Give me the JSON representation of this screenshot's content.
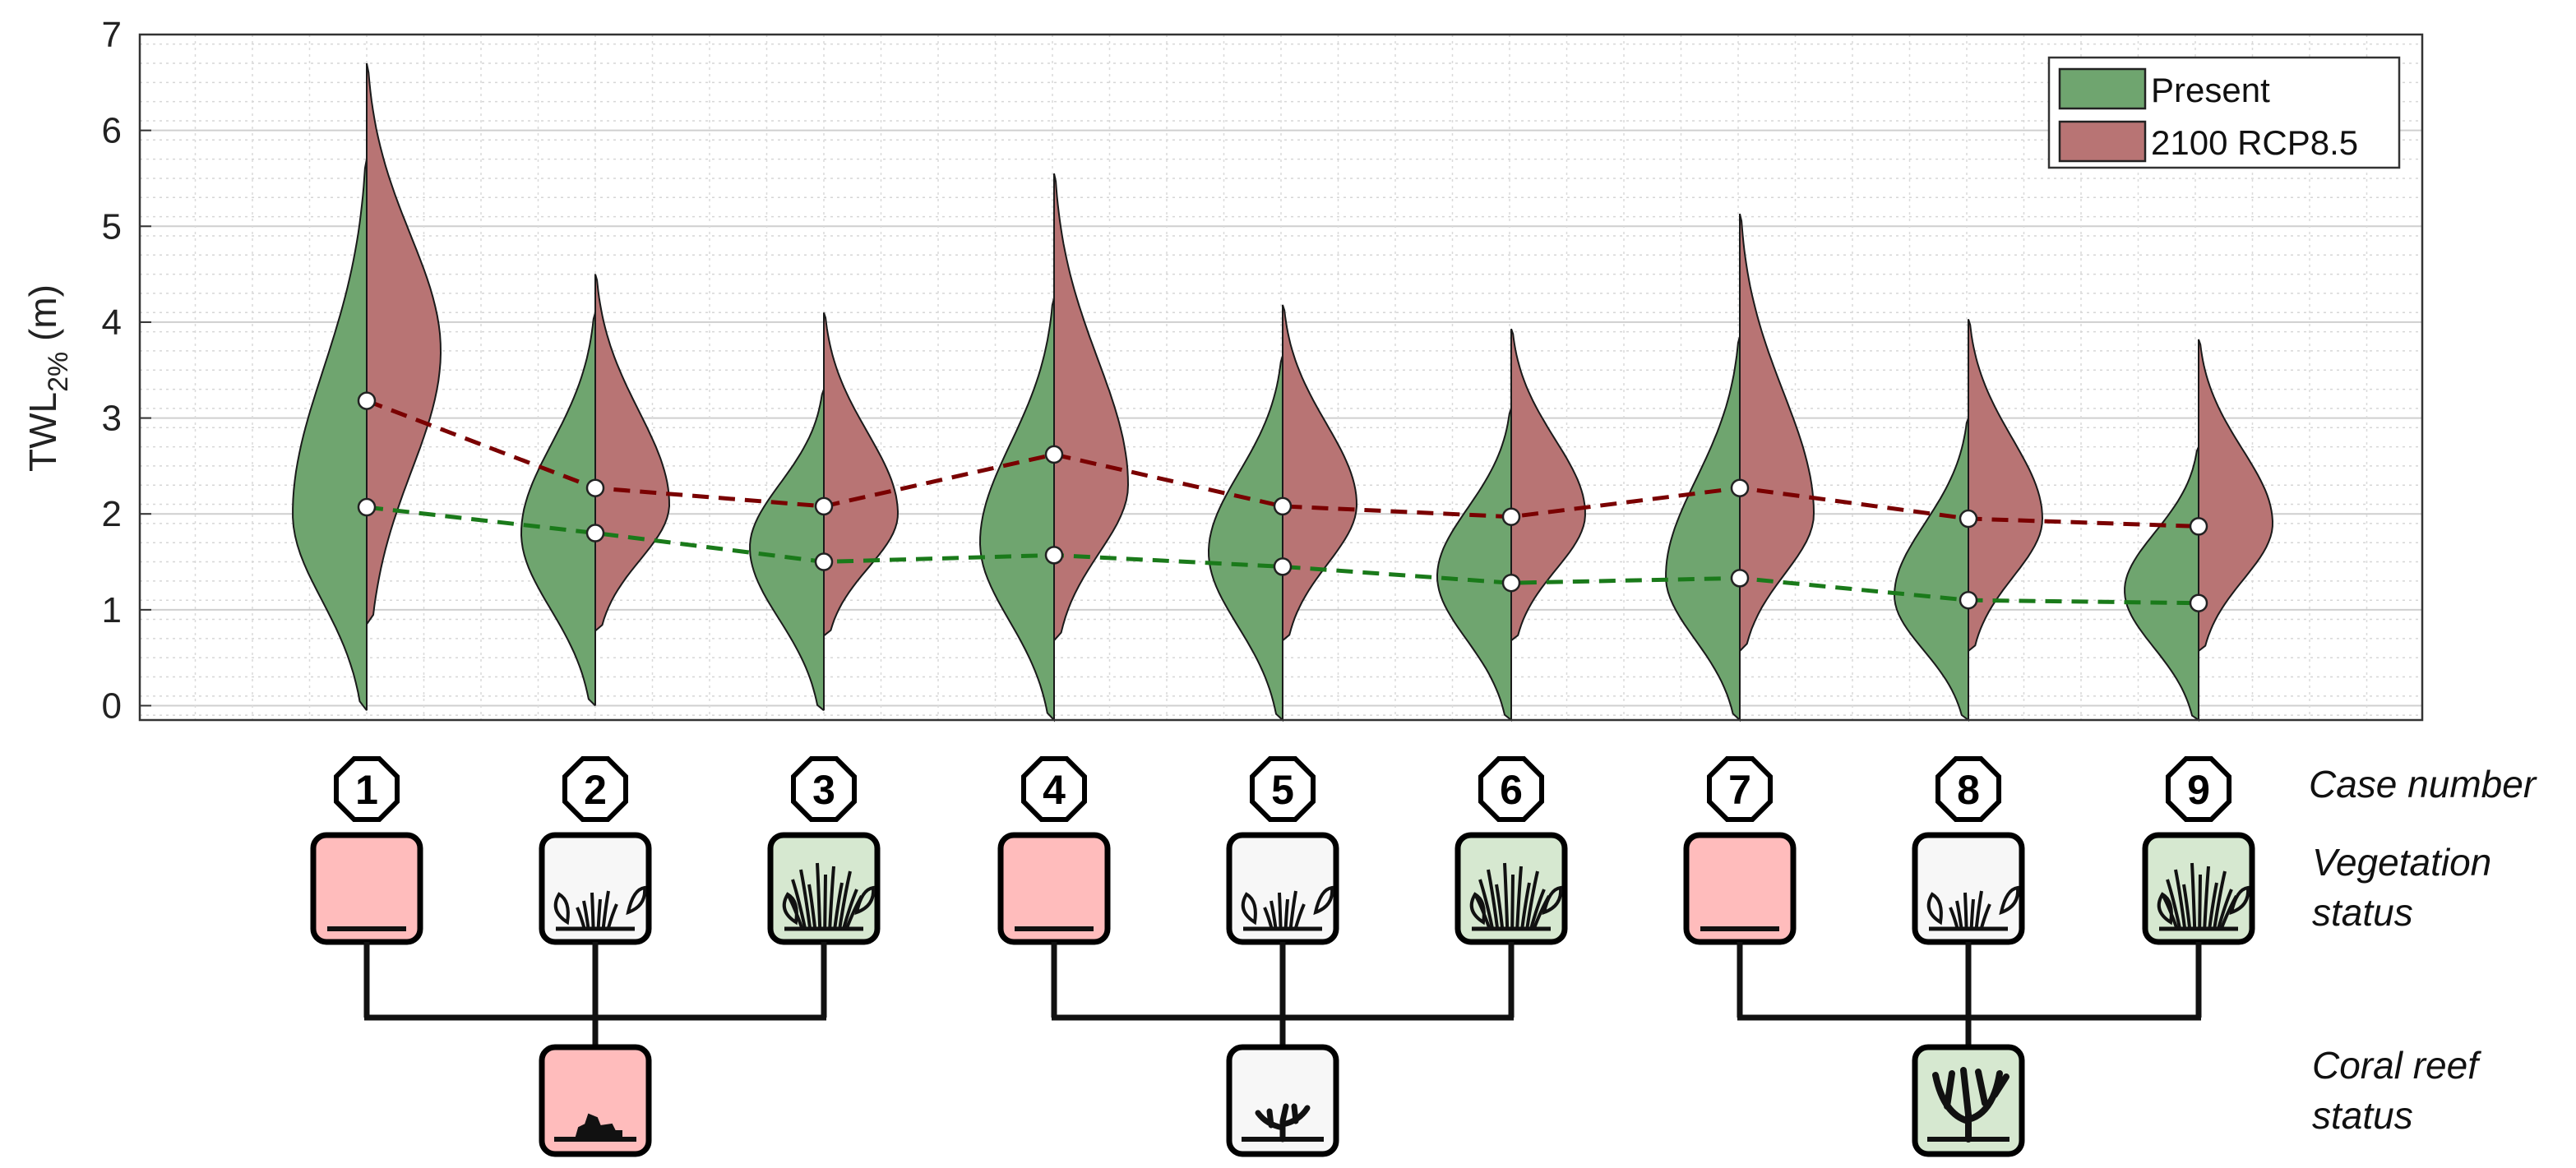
{
  "chart_data": {
    "type": "violin",
    "ylabel": "TWL",
    "ylabel_sub": "2%",
    "ylabel_unit": " (m)",
    "ylim": [
      -0.15,
      7
    ],
    "yticks": [
      "0",
      "1",
      "2",
      "3",
      "4",
      "5",
      "6",
      "7"
    ],
    "grid": true,
    "legend_position": "top-right",
    "categories": [
      "1",
      "2",
      "3",
      "4",
      "5",
      "6",
      "7",
      "8",
      "9"
    ],
    "series": [
      {
        "name": "Present",
        "color": "#6fa56f",
        "trend_color": "#1a7a1a",
        "medians": [
          2.07,
          1.8,
          1.5,
          1.57,
          1.45,
          1.28,
          1.33,
          1.1,
          1.07
        ],
        "mins": [
          -0.05,
          0.0,
          -0.05,
          -0.15,
          -0.15,
          -0.15,
          -0.15,
          -0.15,
          -0.15
        ],
        "maxs": [
          5.7,
          4.1,
          3.3,
          4.25,
          3.65,
          3.1,
          3.85,
          3.0,
          2.7
        ],
        "modes": [
          2.0,
          1.8,
          1.65,
          1.7,
          1.6,
          1.35,
          1.35,
          1.15,
          1.2
        ]
      },
      {
        "name": "2100 RCP8.5",
        "color": "#b87474",
        "trend_color": "#7a0000",
        "medians": [
          3.18,
          2.27,
          2.08,
          2.62,
          2.08,
          1.97,
          2.27,
          1.95,
          1.87
        ],
        "mins": [
          0.85,
          0.78,
          0.73,
          0.68,
          0.68,
          0.68,
          0.57,
          0.57,
          0.57
        ],
        "maxs": [
          6.7,
          4.5,
          4.1,
          5.55,
          4.18,
          3.93,
          5.13,
          4.03,
          3.82
        ],
        "modes": [
          3.7,
          2.1,
          2.0,
          2.3,
          2.1,
          2.0,
          2.0,
          1.95,
          1.9
        ]
      }
    ]
  },
  "legend": {
    "present": "Present",
    "future": "2100 RCP8.5"
  },
  "cases": [
    "1",
    "2",
    "3",
    "4",
    "5",
    "6",
    "7",
    "8",
    "9"
  ],
  "vegetation_status": [
    "none",
    "sparse",
    "dense",
    "none",
    "sparse",
    "dense",
    "none",
    "sparse",
    "dense"
  ],
  "coral_status": [
    "degraded",
    "sparse",
    "healthy"
  ],
  "labels": {
    "case_number": "Case number",
    "vegetation_line1": "Vegetation",
    "vegetation_line2": "status",
    "coral_line1": "Coral reef",
    "coral_line2": "status"
  },
  "colors": {
    "none_fill": "#ffbcbc",
    "sparse_fill": "#f7f7f7",
    "dense_fill": "#d6e8d0",
    "coral_healthy_fill": "#d6e8d0"
  },
  "icons": {
    "none": "bare-ground-icon",
    "sparse": "sparse-grass-icon",
    "dense": "dense-grass-icon",
    "coral_degraded": "dead-coral-icon",
    "coral_sparse": "small-coral-icon",
    "coral_healthy": "healthy-coral-icon"
  }
}
